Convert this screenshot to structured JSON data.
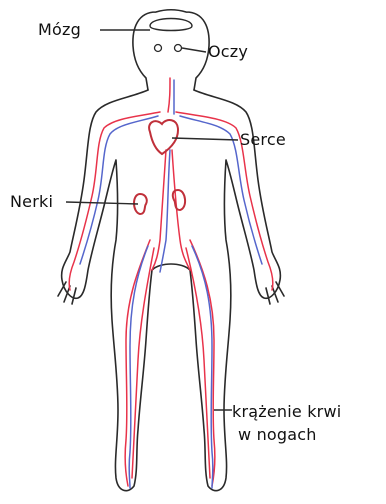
{
  "labels": {
    "brain": "Mózg",
    "eyes": "Oczy",
    "heart": "Serce",
    "kidneys": "Nerki",
    "legs_line1": "krążenie krwi",
    "legs_line2": "w nogach"
  },
  "colors": {
    "outline": "#2a2a2a",
    "artery": "#e8334a",
    "vein": "#5566cc",
    "organ": "#c0303a"
  }
}
